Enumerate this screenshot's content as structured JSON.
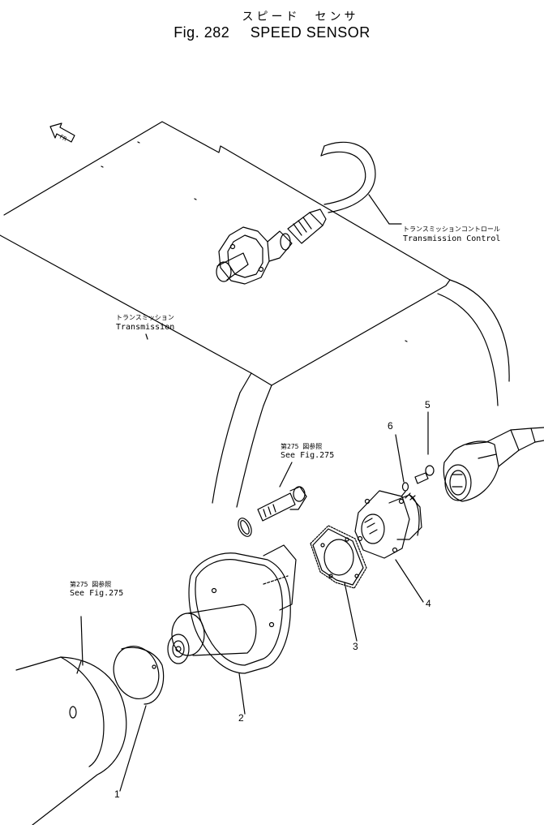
{
  "title": {
    "jp": "スピード　センサ",
    "fig": "Fig. 282",
    "name": "SPEED SENSOR"
  },
  "labels": {
    "transmission_control_jp": "トランスミッションコントロール",
    "transmission_control_en": "Transmission Control",
    "transmission_jp": "トランスミッション",
    "transmission_en": "Transmission",
    "see_fig_a_jp": "第275 図参照",
    "see_fig_a_en": "See Fig.275",
    "see_fig_b_jp": "第275 図参照",
    "see_fig_b_en": "See Fig.275"
  },
  "callouts": [
    "1",
    "2",
    "3",
    "4",
    "5",
    "6"
  ],
  "front_arrow": "FR"
}
